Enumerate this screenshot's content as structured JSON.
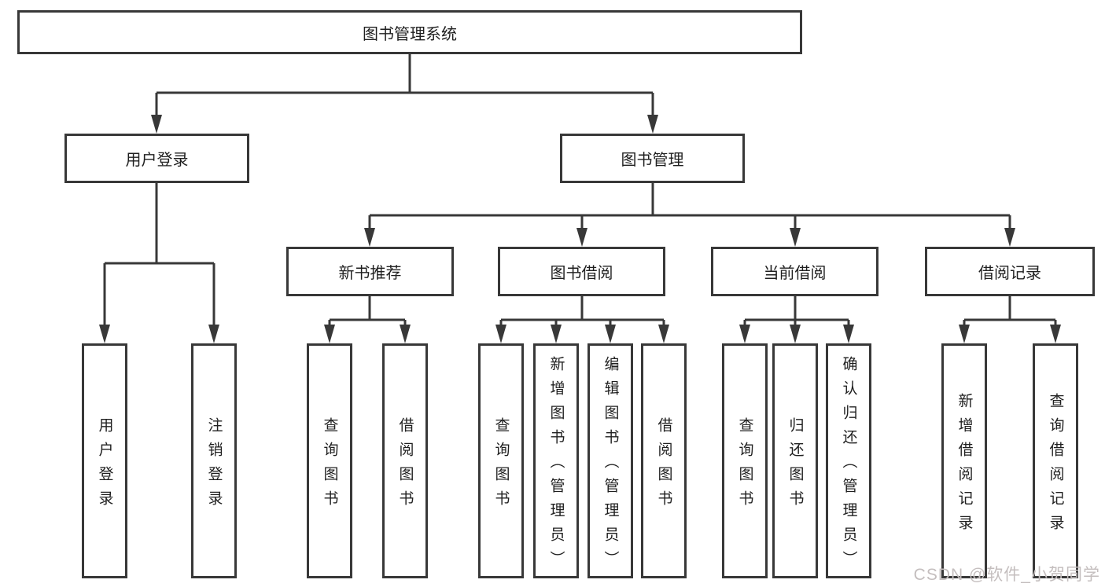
{
  "tree": {
    "label": "图书管理系统",
    "children": [
      {
        "label": "用户登录",
        "children": [
          {
            "label": "用户登录"
          },
          {
            "label": "注销登录"
          }
        ]
      },
      {
        "label": "图书管理",
        "children": [
          {
            "label": "新书推荐",
            "children": [
              {
                "label": "查询图书"
              },
              {
                "label": "借阅图书"
              }
            ]
          },
          {
            "label": "图书借阅",
            "children": [
              {
                "label": "查询图书"
              },
              {
                "label": "新增图书（管理员）"
              },
              {
                "label": "编辑图书（管理员）"
              },
              {
                "label": "借阅图书"
              }
            ]
          },
          {
            "label": "当前借阅",
            "children": [
              {
                "label": "查询图书"
              },
              {
                "label": "归还图书"
              },
              {
                "label": "确认归还（管理员）"
              }
            ]
          },
          {
            "label": "借阅记录",
            "children": [
              {
                "label": "新增借阅记录"
              },
              {
                "label": "查询借阅记录"
              }
            ]
          }
        ]
      }
    ]
  },
  "watermark": {
    "text": "CSDN @软件_小贺同学"
  },
  "colors": {
    "line": "#383838",
    "border": "#383838",
    "text": "#1f1f1f",
    "watermark": "#c4bebe",
    "background": "#ffffff"
  }
}
